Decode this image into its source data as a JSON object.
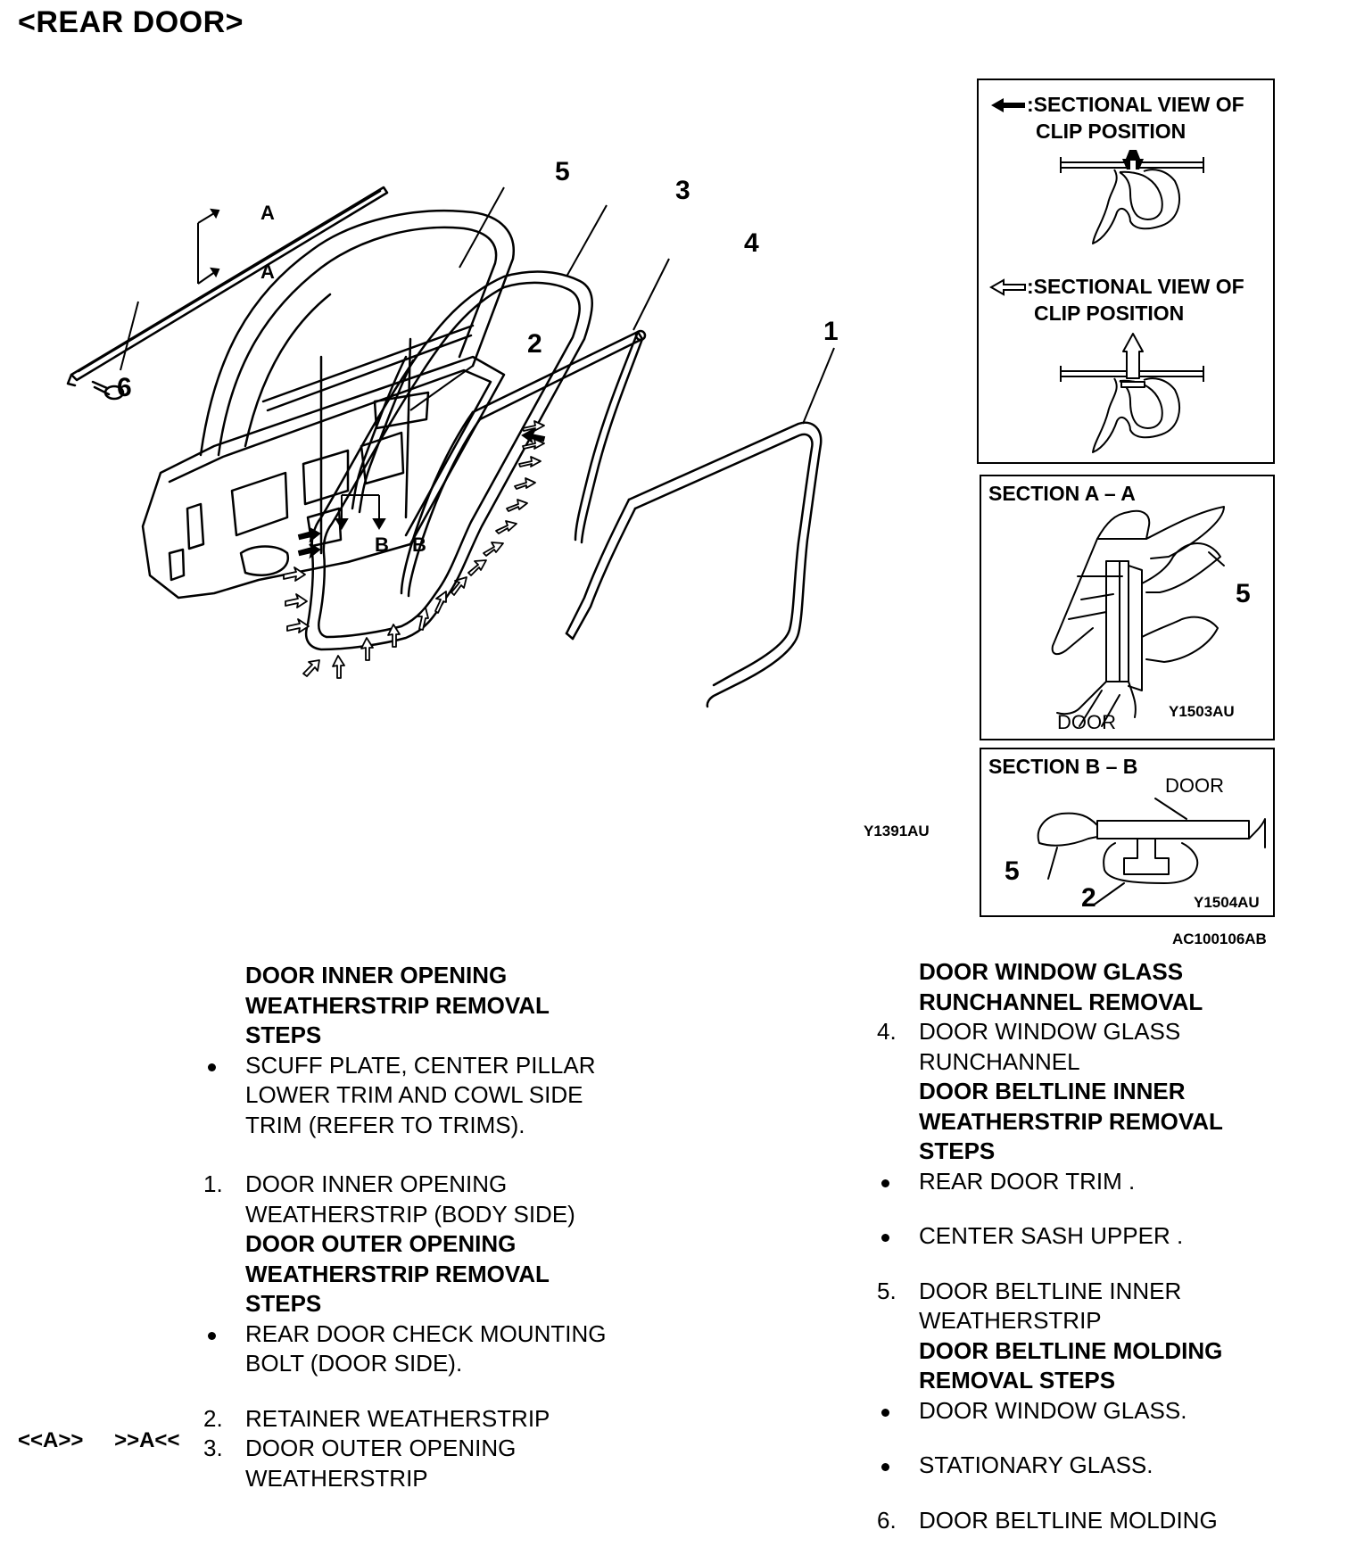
{
  "title": "<REAR DOOR>",
  "diagram": {
    "callouts": [
      "1",
      "2",
      "3",
      "4",
      "5",
      "6"
    ],
    "section_arrows": {
      "a": "A",
      "b": "B"
    },
    "figure_code": "Y1391AU"
  },
  "legend": {
    "solid_arrow_line1": ":SECTIONAL VIEW OF",
    "solid_arrow_line2": "CLIP POSITION",
    "hollow_arrow_line1": ":SECTIONAL VIEW OF",
    "hollow_arrow_line2": "CLIP POSITION"
  },
  "section_a": {
    "title": "SECTION A – A",
    "callout": "5",
    "label": "DOOR",
    "code": "Y1503AU"
  },
  "section_b": {
    "title": "SECTION B – B",
    "label": "DOOR",
    "callout_left": "5",
    "callout_bottom": "2",
    "code": "Y1504AU"
  },
  "figure_id": "AC100106AB",
  "left_column": {
    "heading1": [
      "DOOR INNER OPENING",
      "WEATHERSTRIP REMOVAL",
      "STEPS"
    ],
    "bullet1": [
      "SCUFF PLATE, CENTER PILLAR",
      "LOWER TRIM AND COWL SIDE",
      "TRIM (REFER TO TRIMS)."
    ],
    "step1": {
      "num": "1.",
      "lines": [
        "DOOR INNER OPENING",
        "WEATHERSTRIP (BODY SIDE)"
      ]
    },
    "heading2": [
      "DOOR OUTER OPENING",
      "WEATHERSTRIP REMOVAL",
      "STEPS"
    ],
    "bullet2": [
      "REAR DOOR CHECK MOUNTING",
      "BOLT (DOOR SIDE)."
    ],
    "step2": {
      "num": "2.",
      "lines": [
        "RETAINER WEATHERSTRIP"
      ]
    },
    "step3": {
      "num": "3.",
      "lines": [
        "DOOR OUTER OPENING",
        "WEATHERSTRIP"
      ]
    },
    "ref_marks": "<<A>> >>A<<"
  },
  "right_column": {
    "heading1": [
      "DOOR WINDOW GLASS",
      "RUNCHANNEL REMOVAL"
    ],
    "step4": {
      "num": "4.",
      "lines": [
        "DOOR WINDOW GLASS",
        "RUNCHANNEL"
      ]
    },
    "heading2": [
      "DOOR BELTLINE INNER",
      "WEATHERSTRIP REMOVAL",
      "STEPS"
    ],
    "bullet1": "REAR DOOR TRIM .",
    "bullet2": "CENTER SASH UPPER .",
    "step5": {
      "num": "5.",
      "lines": [
        "DOOR BELTLINE INNER",
        "WEATHERSTRIP"
      ]
    },
    "heading3": [
      "DOOR BELTLINE MOLDING",
      "REMOVAL STEPS"
    ],
    "bullet3": "DOOR WINDOW GLASS.",
    "bullet4": "STATIONARY GLASS.",
    "step6": {
      "num": "6.",
      "lines": [
        "DOOR BELTLINE MOLDING"
      ]
    }
  }
}
